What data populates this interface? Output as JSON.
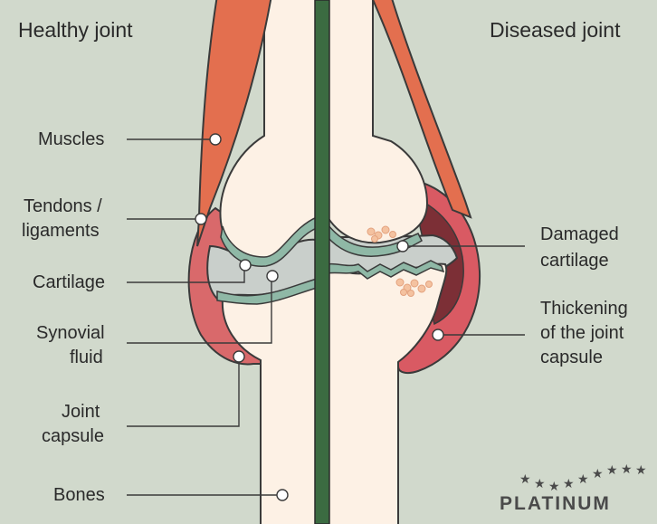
{
  "headings": {
    "healthy": "Healthy joint",
    "diseased": "Diseased joint"
  },
  "labels_left": {
    "muscles": "Muscles",
    "tendons_line1": "Tendons /",
    "tendons_line2": "ligaments",
    "cartilage": "Cartilage",
    "synovial_line1": "Synovial",
    "synovial_line2": "fluid",
    "capsule_line1": "Joint",
    "capsule_line2": "capsule",
    "bones": "Bones"
  },
  "labels_right": {
    "damaged_line1": "Damaged",
    "damaged_line2": "cartilage",
    "thickening_line1": "Thickening",
    "thickening_line2": "of the joint",
    "thickening_line3": "capsule"
  },
  "logo": {
    "text": "PLATINUM"
  },
  "colors": {
    "background": "#d1d9cc",
    "bone": "#fdf1e5",
    "muscle": "#e36f4f",
    "capsule": "#d9696b",
    "capsule_thick": "#d95a63",
    "cartilage": "#8fb8a6",
    "synovial_fluid": "#c9cfcb",
    "divider": "#3b6b41",
    "damage_dark": "#7c2f36",
    "debris": "#f4c2a0"
  }
}
